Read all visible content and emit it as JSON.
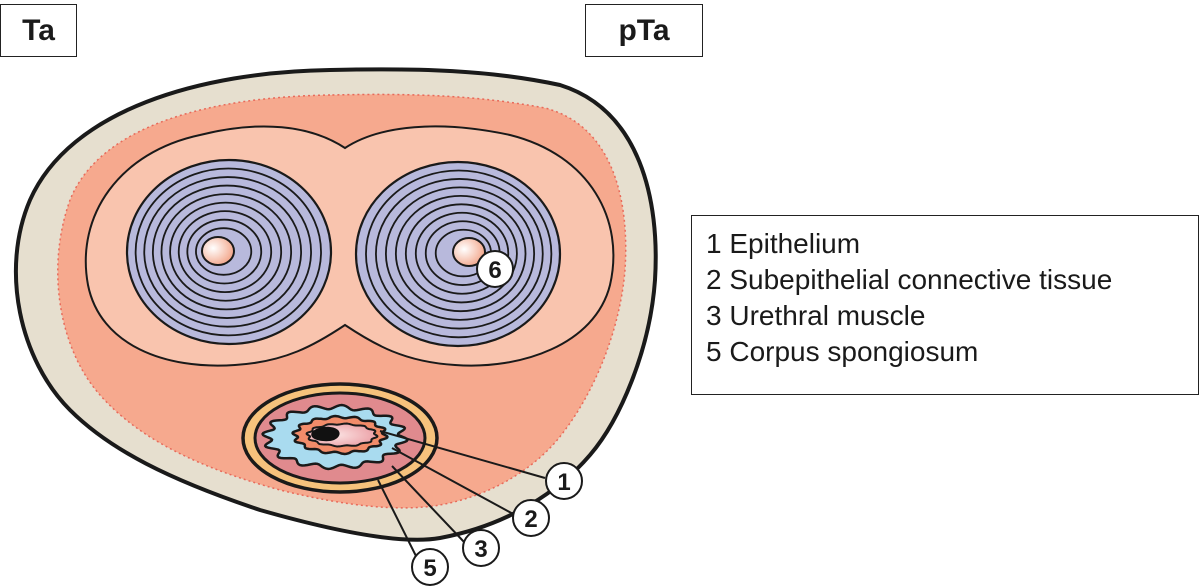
{
  "stage_labels": {
    "left": "Ta",
    "right": "pTa"
  },
  "legend": {
    "items": [
      {
        "number": "1",
        "label": "1 Epithelium"
      },
      {
        "number": "2",
        "label": "2 Subepithelial connective tissue"
      },
      {
        "number": "3",
        "label": "3 Urethral muscle"
      },
      {
        "number": "5",
        "label": "5 Corpus spongiosum"
      }
    ]
  },
  "callouts": [
    "1",
    "2",
    "3",
    "5",
    "6"
  ],
  "colors": {
    "outer_skin": "#e6dfcf",
    "tissue": "#f6a98e",
    "corpora_sheath": "#f9c4ae",
    "corpora": "#b8b9dc",
    "corpus_spongiosum_ring": "#f6c27c",
    "muscle": "#e08a8e",
    "subepithelial": "#a9dbef",
    "epithelium": "#f28c6a",
    "lumen": "#f4b3b3",
    "outline": "#1a1a1a"
  }
}
